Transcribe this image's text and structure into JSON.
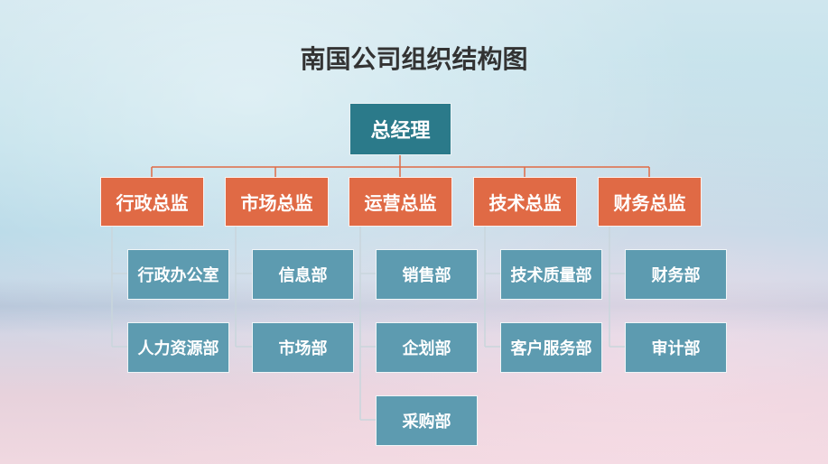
{
  "title": "南国公司组织结构图",
  "general_manager": "总经理",
  "divisions": [
    {
      "label": "行政总监",
      "departments": [
        "行政办公室",
        "人力资源部"
      ]
    },
    {
      "label": "市场总监",
      "departments": [
        "信息部",
        "市场部"
      ]
    },
    {
      "label": "运营总监",
      "departments": [
        "销售部",
        "企划部",
        "采购部"
      ]
    },
    {
      "label": "技术总监",
      "departments": [
        "技术质量部",
        "客户服务部"
      ]
    },
    {
      "label": "财务总监",
      "departments": [
        "财务部",
        "审计部"
      ]
    }
  ],
  "colors": {
    "general_manager": "#2b7a8a",
    "director": "#e06a45",
    "department": "#5d9bb0",
    "connector_top": "#e06a45",
    "connector_sub": "#c9d6dc"
  }
}
